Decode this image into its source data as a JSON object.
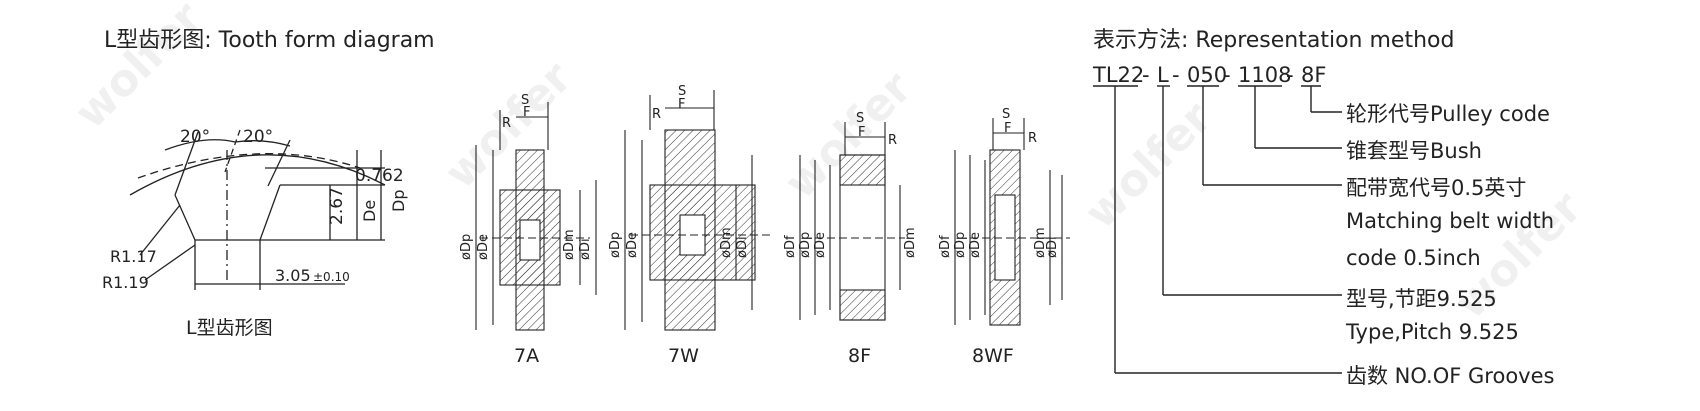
{
  "left": {
    "title": "L型齿形图: Tooth form diagram",
    "caption": "L型齿形图",
    "angle_left": "20°",
    "angle_right": "20°",
    "dim_0762": "0.762",
    "dim_267": "2.67",
    "de": "De",
    "dp": "Dp",
    "r117": "R1.17",
    "r119": "R1.19",
    "width_main": "3.05",
    "width_tol": "±0.10"
  },
  "types": [
    {
      "caption": "7A",
      "labels_left": [
        "øDp",
        "øDe"
      ],
      "labels_right": [
        "øDm",
        "øDi"
      ],
      "top": [
        "S",
        "F",
        "R"
      ]
    },
    {
      "caption": "7W",
      "labels_left": [
        "øDp",
        "øDe"
      ],
      "labels_right": [
        "øDm",
        "øDi"
      ],
      "top": [
        "S",
        "F",
        "R"
      ]
    },
    {
      "caption": "8F",
      "labels_left": [
        "øDf",
        "øDp",
        "øDe"
      ],
      "labels_right": [
        "øDm"
      ],
      "top": [
        "S",
        "F",
        "R"
      ]
    },
    {
      "caption": "8WF",
      "labels_left": [
        "øDf",
        "øDp",
        "øDe"
      ],
      "labels_right": [
        "øDm",
        "øDi"
      ],
      "top": [
        "S",
        "F",
        "R"
      ]
    }
  ],
  "right": {
    "title": "表示方法:  Representation method",
    "code_parts": [
      "TL22",
      "-",
      "L",
      "-",
      "050",
      "-",
      "1108",
      "-",
      "8F"
    ],
    "items": [
      {
        "text": "轮形代号Pulley code"
      },
      {
        "text": "锥套型号Bush"
      },
      {
        "text": "配带宽代号0.5英寸"
      },
      {
        "text": "Matching belt width"
      },
      {
        "text": "code 0.5inch"
      },
      {
        "text": "型号,节距9.525"
      },
      {
        "text": "Type,Pitch 9.525"
      },
      {
        "text": "齿数 NO.OF Grooves"
      }
    ]
  },
  "watermark": "wolfer"
}
